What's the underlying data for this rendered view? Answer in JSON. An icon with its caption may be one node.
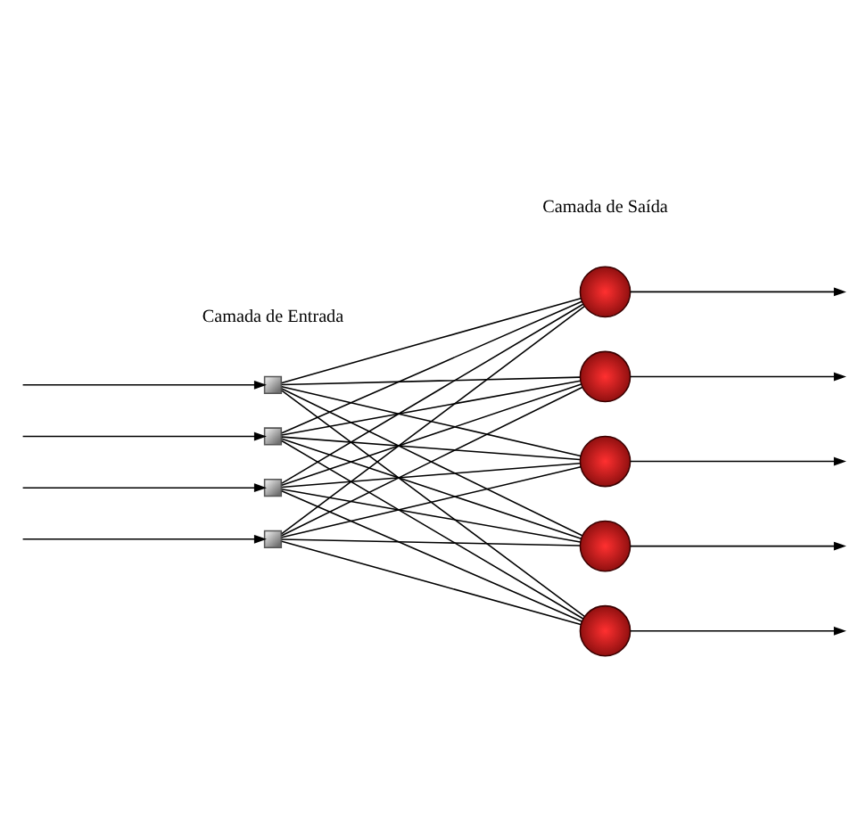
{
  "diagram": {
    "nodes": [
      {
        "text": [],
        "shape": "box"
      },
      {
        "text": [],
        "shape": "box"
      },
      {
        "text": [],
        "shape": "box"
      },
      {
        "text": [],
        "shape": "box"
      },
      {
        "text": [],
        "shape": "circle"
      },
      {
        "text": [],
        "shape": "circle"
      },
      {
        "text": [],
        "shape": "circle"
      },
      {
        "text": [],
        "shape": "circle"
      },
      {
        "text": [],
        "shape": "circle"
      }
    ],
    "edges": [
      {
        "from": null,
        "to": 0,
        "arrow": "to"
      },
      {
        "from": null,
        "to": 1,
        "arrow": "to"
      },
      {
        "from": null,
        "to": 2,
        "arrow": "to"
      },
      {
        "from": null,
        "to": 3,
        "arrow": "to"
      },
      {
        "from": 0,
        "to": 4,
        "arrow": "none"
      },
      {
        "from": 0,
        "to": 5,
        "arrow": "none"
      },
      {
        "from": 0,
        "to": 6,
        "arrow": "none"
      },
      {
        "from": 0,
        "to": 7,
        "arrow": "none"
      },
      {
        "from": 0,
        "to": 8,
        "arrow": "none"
      },
      {
        "from": 1,
        "to": 4,
        "arrow": "none"
      },
      {
        "from": 1,
        "to": 5,
        "arrow": "none"
      },
      {
        "from": 1,
        "to": 6,
        "arrow": "none"
      },
      {
        "from": 1,
        "to": 7,
        "arrow": "none"
      },
      {
        "from": 1,
        "to": 8,
        "arrow": "none"
      },
      {
        "from": 2,
        "to": 4,
        "arrow": "none"
      },
      {
        "from": 2,
        "to": 5,
        "arrow": "none"
      },
      {
        "from": 2,
        "to": 6,
        "arrow": "none"
      },
      {
        "from": 2,
        "to": 7,
        "arrow": "none"
      },
      {
        "from": 2,
        "to": 8,
        "arrow": "none"
      },
      {
        "from": 3,
        "to": 4,
        "arrow": "none"
      },
      {
        "from": 3,
        "to": 5,
        "arrow": "none"
      },
      {
        "from": 3,
        "to": 6,
        "arrow": "none"
      },
      {
        "from": 3,
        "to": 7,
        "arrow": "none"
      },
      {
        "from": 3,
        "to": 8,
        "arrow": "none"
      },
      {
        "from": 4,
        "to": null,
        "arrow": "to"
      },
      {
        "from": 5,
        "to": null,
        "arrow": "to"
      },
      {
        "from": 6,
        "to": null,
        "arrow": "to"
      },
      {
        "from": 7,
        "to": null,
        "arrow": "to"
      },
      {
        "from": 8,
        "to": null,
        "arrow": "to"
      }
    ],
    "labels": [
      "Camada de Saída",
      "Camada de Entrada"
    ]
  }
}
